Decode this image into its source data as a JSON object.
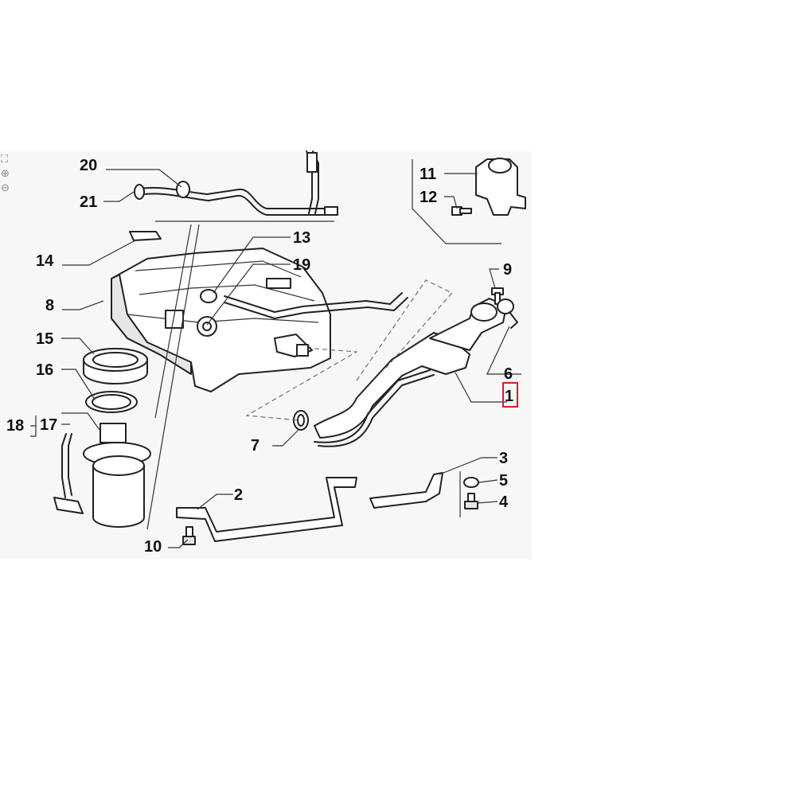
{
  "viewer": {
    "tools": [
      {
        "name": "fit-to-window-icon",
        "glyph": "⛶"
      },
      {
        "name": "zoom-in-icon",
        "glyph": "⊕"
      },
      {
        "name": "zoom-out-icon",
        "glyph": "⊖"
      }
    ]
  },
  "callouts": {
    "c1": "1",
    "c2": "2",
    "c3": "3",
    "c4": "4",
    "c5": "5",
    "c6": "6",
    "c7": "7",
    "c8": "8",
    "c9": "9",
    "c10": "10",
    "c11": "11",
    "c12": "12",
    "c13": "13",
    "c14": "14",
    "c15": "15",
    "c16": "16",
    "c17": "17",
    "c18": "18",
    "c19": "19",
    "c20": "20",
    "c21": "21"
  },
  "highlight": {
    "callout": "1",
    "color": "#cc2222"
  },
  "colors": {
    "line": "#222222",
    "panel": "#f7f7f7",
    "shade": "#e6e6e6"
  }
}
